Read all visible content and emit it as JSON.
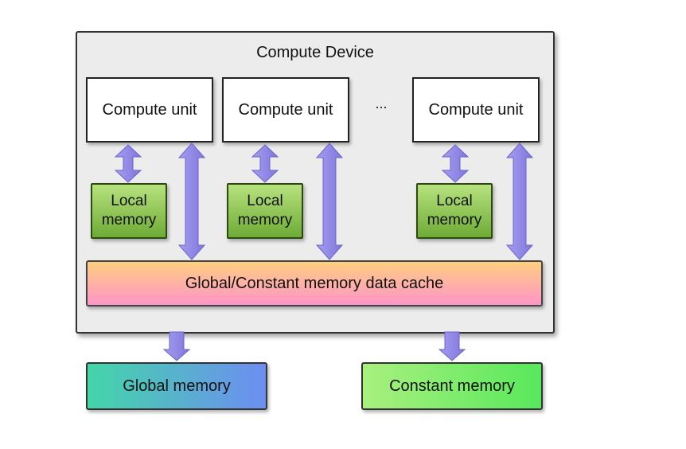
{
  "device": {
    "title": "Compute Device",
    "ellipsis": "...",
    "compute_units": [
      {
        "label": "Compute unit",
        "local_memory": "Local\nmemory"
      },
      {
        "label": "Compute unit",
        "local_memory": "Local\nmemory"
      },
      {
        "label": "Compute unit",
        "local_memory": "Local\nmemory"
      }
    ],
    "cache_label": "Global/Constant memory data cache"
  },
  "external": {
    "global_memory": "Global memory",
    "constant_memory": "Constant memory"
  },
  "colors": {
    "arrow": "#8f86e6",
    "arrow_stroke": "#6b63c9",
    "local_memory": "#8cc152",
    "cache_top": "#ffcf80",
    "cache_bottom": "#ff95c8"
  }
}
